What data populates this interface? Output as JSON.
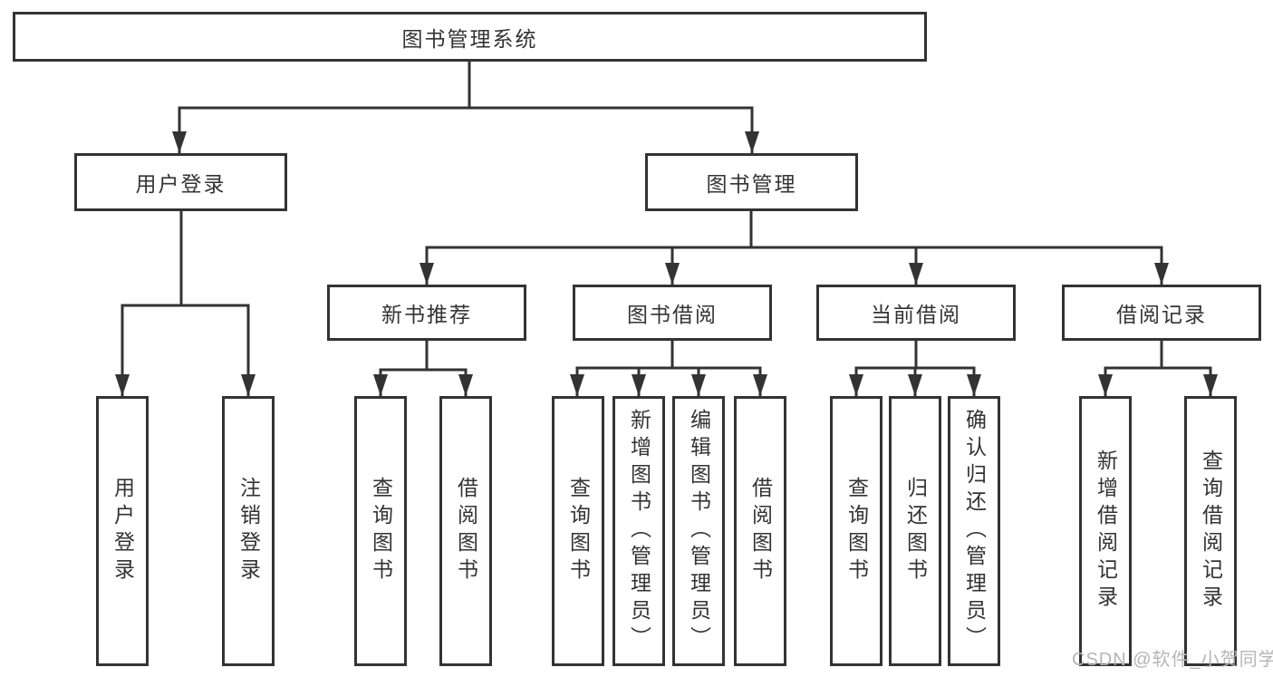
{
  "diagram_title": "图书管理系统",
  "tree": {
    "label": "图书管理系统",
    "children": [
      {
        "label": "用户登录",
        "children": [
          {
            "label": "用户登录"
          },
          {
            "label": "注销登录"
          }
        ]
      },
      {
        "label": "图书管理",
        "children": [
          {
            "label": "新书推荐",
            "children": [
              {
                "label": "查询图书"
              },
              {
                "label": "借阅图书"
              }
            ]
          },
          {
            "label": "图书借阅",
            "children": [
              {
                "label": "查询图书"
              },
              {
                "label": "新增图书（管理员）"
              },
              {
                "label": "编辑图书（管理员）"
              },
              {
                "label": "借阅图书"
              }
            ]
          },
          {
            "label": "当前借阅",
            "children": [
              {
                "label": "查询图书"
              },
              {
                "label": "归还图书"
              },
              {
                "label": "确认归还（管理员）"
              }
            ]
          },
          {
            "label": "借阅记录",
            "children": [
              {
                "label": "新增借阅记录"
              },
              {
                "label": "查询借阅记录"
              }
            ]
          }
        ]
      }
    ]
  },
  "watermark": {
    "text": "CSDN @软件_小贺同学",
    "color": "#b5b5b5"
  },
  "colors": {
    "line": "#333333",
    "text": "#333333",
    "background": "#ffffff"
  }
}
